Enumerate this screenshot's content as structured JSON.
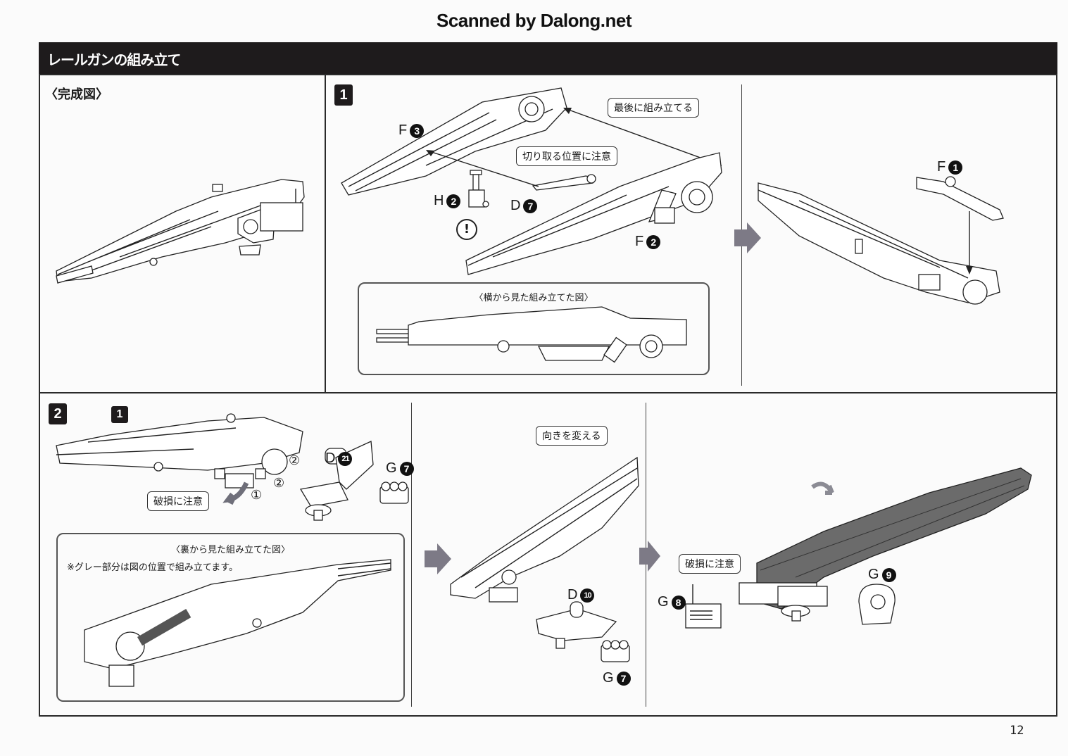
{
  "scan_watermark": "Scanned by Dalong.net",
  "section_title": "レールガンの組み立て",
  "completed": {
    "label": "〈完成図〉"
  },
  "step1": {
    "number": "1",
    "callouts": {
      "assemble_last": "最後に組み立てる",
      "cut_position": "切り取る位置に注意"
    },
    "parts": [
      {
        "letter": "F",
        "num": "3"
      },
      {
        "letter": "H",
        "num": "2"
      },
      {
        "letter": "D",
        "num": "7"
      },
      {
        "letter": "F",
        "num": "2"
      },
      {
        "letter": "F",
        "num": "1"
      }
    ],
    "warning_symbol": "!",
    "side_view_caption": "〈横から見た組み立てた図〉"
  },
  "step2": {
    "number": "2",
    "sub_ref": "1",
    "callouts": {
      "damage_warning": "破損に注意",
      "change_direction": "向きを変える",
      "damage_warning_2": "破損に注意"
    },
    "order_marks": [
      "①",
      "②",
      "②"
    ],
    "parts": [
      {
        "letter": "D",
        "num": "21"
      },
      {
        "letter": "G",
        "num": "7"
      },
      {
        "letter": "D",
        "num": "10"
      },
      {
        "letter": "G",
        "num": "7"
      },
      {
        "letter": "G",
        "num": "8"
      },
      {
        "letter": "G",
        "num": "9"
      }
    ],
    "back_view": {
      "caption": "〈裏から見た組み立てた図〉",
      "note": "※グレー部分は図の位置で組み立てます。"
    }
  },
  "colors": {
    "header_bg": "#1e1b1c",
    "header_text": "#ffffff",
    "page_bg": "#fbfbfb",
    "gray_part": "#6b6b6b"
  },
  "page_number": "12"
}
